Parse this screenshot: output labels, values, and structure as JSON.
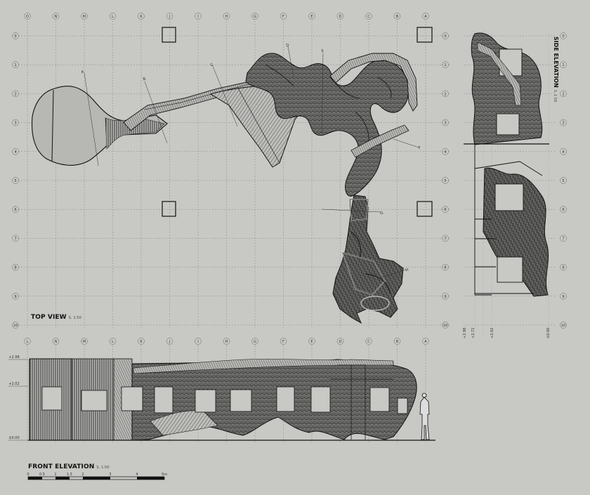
{
  "titles": {
    "top_view": "TOP VIEW",
    "top_scale": "S. 1:50",
    "front_elevation": "FRONT ELEVATION",
    "front_scale": "S. 1:50",
    "side_elevation": "SIDE ELEVATION",
    "side_scale": "S. 1:50"
  },
  "top_grid": {
    "col_labels": [
      "O",
      "N",
      "M",
      "L",
      "K",
      "J",
      "I",
      "H",
      "G",
      "F",
      "E",
      "D",
      "C",
      "B",
      "A"
    ],
    "row_labels": [
      "0",
      "1",
      "2",
      "3",
      "4",
      "5",
      "6",
      "7",
      "8",
      "9",
      "10"
    ]
  },
  "front_grid": {
    "col_labels": [
      "L",
      "N",
      "M",
      "L",
      "K",
      "J",
      "I",
      "H",
      "G",
      "F",
      "E",
      "D",
      "C",
      "B",
      "A"
    ]
  },
  "side_grid": {
    "row_labels": [
      "0",
      "1",
      "2",
      "3",
      "4",
      "5",
      "6",
      "7",
      "8",
      "9",
      "10"
    ]
  },
  "section_marks": [
    "A",
    "B",
    "C",
    "D",
    "E",
    "F",
    "G",
    "H"
  ],
  "front_levels": [
    "+2.98",
    "+2.02",
    "±0.00"
  ],
  "side_levels": [
    "+2.98",
    "+2.72",
    "+2.02",
    "±0.00"
  ],
  "scale_bar": {
    "labels": [
      "0",
      "0.5",
      "1",
      "1.5",
      "2",
      "3",
      "4",
      "5m"
    ]
  }
}
